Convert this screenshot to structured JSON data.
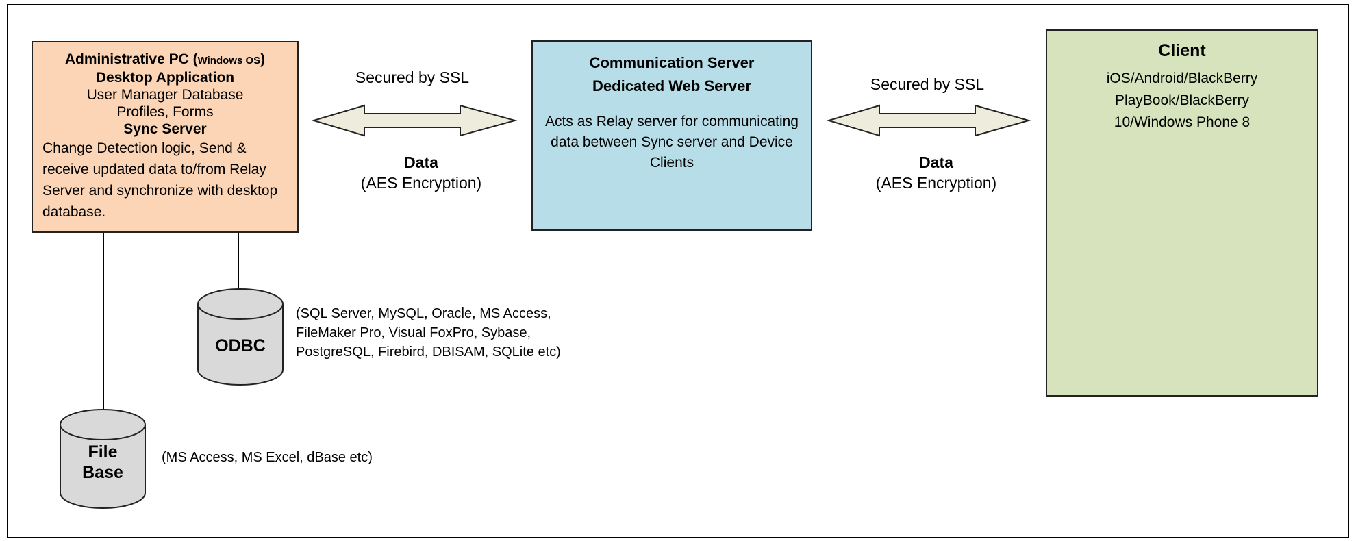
{
  "admin": {
    "title_main": "Administrative PC (",
    "title_small": "Windows OS",
    "title_end": ")",
    "app_title": "Desktop Application",
    "app_line1": "User Manager Database",
    "app_line2": "Profiles, Forms",
    "sync_title": "Sync Server",
    "sync_desc": "Change Detection logic, Send & receive updated data to/from Relay Server and synchronize with desktop database."
  },
  "comm": {
    "title1": "Communication Server",
    "title2": "Dedicated Web Server",
    "desc": "Acts as Relay server for communicating data between Sync server and Device Clients"
  },
  "client": {
    "title": "Client",
    "desc_line1": "iOS/Android/BlackBerry",
    "desc_line2": "PlayBook/BlackBerry",
    "desc_line3": "10/Windows Phone 8"
  },
  "link_left": {
    "top": "Secured by SSL",
    "data": "Data",
    "enc": "(AES Encryption)"
  },
  "link_right": {
    "top": "Secured by SSL",
    "data": "Data",
    "enc": "(AES Encryption)"
  },
  "odbc": {
    "label": "ODBC",
    "note_line1": "(SQL Server, MySQL, Oracle, MS Access,",
    "note_line2": "FileMaker Pro, Visual FoxPro, Sybase,",
    "note_line3": "PostgreSQL, Firebird, DBISAM, SQLite etc)"
  },
  "filebase": {
    "label_line1": "File",
    "label_line2": "Base",
    "note": "(MS Access, MS Excel, dBase etc)"
  },
  "colors": {
    "admin_bg": "#fbd5b5",
    "comm_bg": "#b7dde8",
    "client_bg": "#d6e3bc",
    "arrow_fill": "#eeecdd",
    "cylinder_fill": "#d9d9d9"
  }
}
